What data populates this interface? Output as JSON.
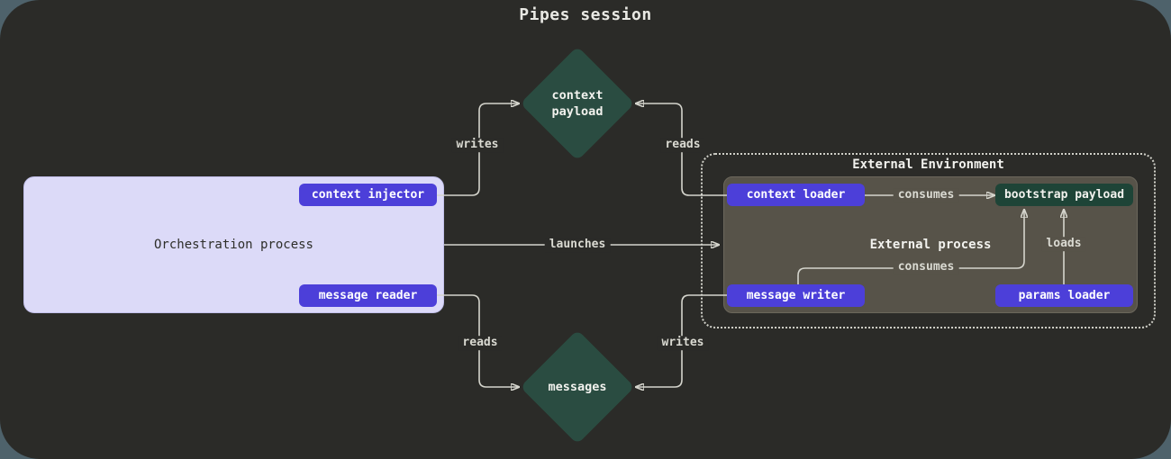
{
  "title": "Pipes session",
  "colors": {
    "outer_bg": "#4e626b",
    "panel_bg": "#2b2b28",
    "node_lavender": "#dcdaf8",
    "accent_purple": "#4c3fd9",
    "diamond_green": "#2a4c41",
    "payload_green": "#1e4437",
    "inner_box": "#575349",
    "line": "#d5d5cd",
    "text_light": "#f2f2ee",
    "text_dark": "#2e2e2a"
  },
  "nodes": {
    "context_payload": {
      "label": "context\npayload"
    },
    "messages": {
      "label": "messages"
    },
    "orchestration": {
      "label": "Orchestration process",
      "context_injector": "context injector",
      "message_reader": "message reader"
    },
    "external": {
      "title": "External Environment",
      "process_label": "External process",
      "context_loader": "context loader",
      "bootstrap_payload": "bootstrap payload",
      "message_writer": "message writer",
      "params_loader": "params loader"
    }
  },
  "edges": {
    "writes_top": "writes",
    "reads_top": "reads",
    "launches": "launches",
    "consumes_top": "consumes",
    "consumes_bottom": "consumes",
    "loads": "loads",
    "reads_bottom": "reads",
    "writes_bottom": "writes"
  }
}
